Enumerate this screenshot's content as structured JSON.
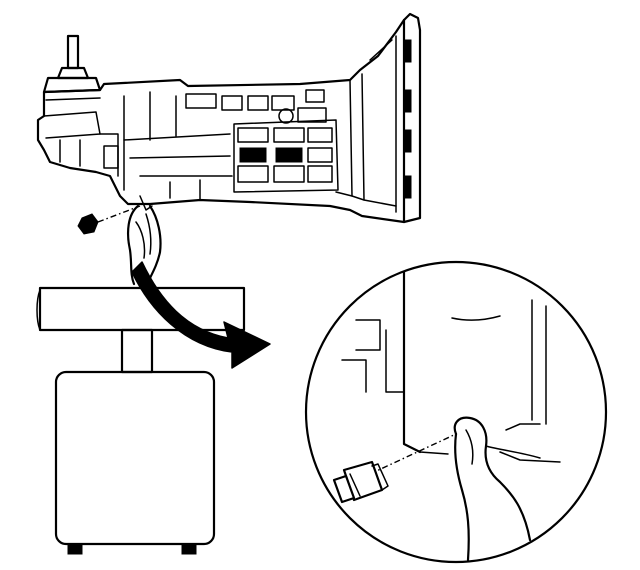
{
  "figure": {
    "background": "#ffffff",
    "line_color": "#000000",
    "parts": [
      "transmission-assembly",
      "shift-lever",
      "bell-housing",
      "drain-plug",
      "hand-with-rag",
      "oil-drain-pan",
      "support-stand",
      "direction-arrow",
      "detail-magnifier"
    ]
  }
}
